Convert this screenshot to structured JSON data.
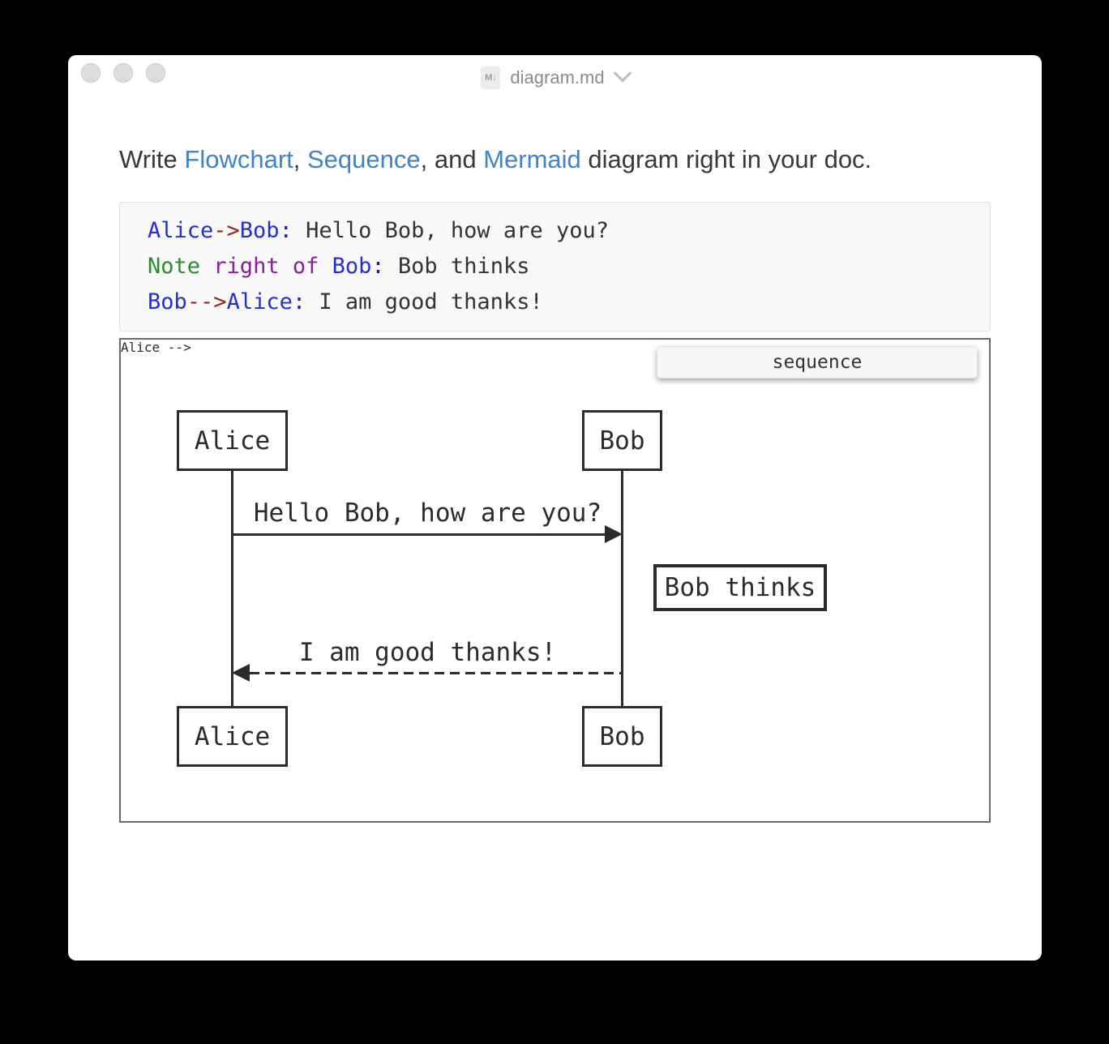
{
  "window": {
    "title": "diagram.md",
    "file_icon_glyph": "M↓"
  },
  "heading": {
    "parts": [
      {
        "text": "Write "
      },
      {
        "text": "Flowchart",
        "link": true
      },
      {
        "text": ", "
      },
      {
        "text": "Sequence",
        "link": true
      },
      {
        "text": ", and "
      },
      {
        "text": "Mermaid",
        "link": true
      },
      {
        "text": " diagram right in your doc."
      }
    ]
  },
  "code": {
    "lines": [
      {
        "tokens": [
          {
            "t": "Alice",
            "type": "participant"
          },
          {
            "t": "->",
            "type": "operator"
          },
          {
            "t": "Bob",
            "type": "participant"
          },
          {
            "t": ":",
            "type": "colon"
          },
          {
            "t": " Hello Bob, how are you?",
            "type": "plain"
          }
        ]
      },
      {
        "tokens": [
          {
            "t": "Note",
            "type": "note-keyword"
          },
          {
            "t": " ",
            "type": "plain"
          },
          {
            "t": "right of",
            "type": "position-keyword"
          },
          {
            "t": " ",
            "type": "plain"
          },
          {
            "t": "Bob",
            "type": "participant"
          },
          {
            "t": ":",
            "type": "colon"
          },
          {
            "t": " Bob thinks",
            "type": "plain"
          }
        ]
      },
      {
        "tokens": [
          {
            "t": "Bob",
            "type": "participant"
          },
          {
            "t": "-->",
            "type": "operator"
          },
          {
            "t": "Alice",
            "type": "participant"
          },
          {
            "t": ":",
            "type": "colon"
          },
          {
            "t": " I am good thanks!",
            "type": "plain"
          }
        ]
      }
    ]
  },
  "diagram": {
    "badge_label": "sequence",
    "actors": {
      "left": "Alice",
      "right": "Bob"
    },
    "messages": [
      {
        "text": "Hello Bob, how are you?",
        "line": "solid",
        "direction": "left-to-right"
      },
      {
        "text": "I am good thanks!",
        "line": "dashed",
        "direction": "right-to-left"
      }
    ],
    "note": {
      "text": "Bob thinks",
      "position": "right of Bob"
    }
  },
  "colors": {
    "link": "#4183c4",
    "syntax_participant": "#2330cf",
    "syntax_operator": "#9a2323",
    "syntax_colon": "#1f1f9c",
    "syntax_note_keyword": "#2e8b2e",
    "syntax_position_keyword": "#87209a",
    "diagram_stroke": "#2b2b2b",
    "title_text": "#8b8b8b"
  }
}
